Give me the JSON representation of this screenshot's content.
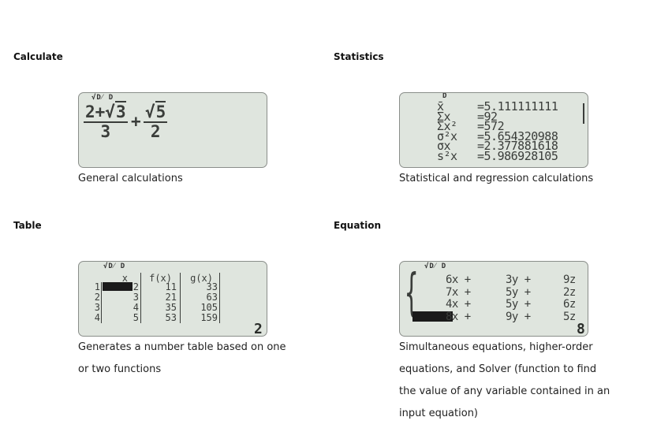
{
  "sections": {
    "calculate": {
      "title": "Calculate",
      "indicators": "√D⁄ D",
      "expr": {
        "n1_int": "2+",
        "n1_rad": "3",
        "d1": "3",
        "plus": "+",
        "n2_rad": "5",
        "d2": "2",
        "radical": "√"
      },
      "caption": "General calculations"
    },
    "statistics": {
      "title": "Statistics",
      "indicators": "D",
      "rows": [
        {
          "label": "x̄",
          "value": "=5.111111111"
        },
        {
          "label": "Σx",
          "value": "=92"
        },
        {
          "label": "Σx²",
          "value": "=572"
        },
        {
          "label": "σ²x",
          "value": "=5.654320988"
        },
        {
          "label": "σx",
          "value": "=2.377881618"
        },
        {
          "label": "s²x",
          "value": "=5.986928105"
        }
      ],
      "caption": "Statistical and regression calculations"
    },
    "table": {
      "title": "Table",
      "indicators": "√D⁄ D",
      "headers": {
        "x": "x",
        "f": "f(x)",
        "g": "g(x)"
      },
      "rows": [
        {
          "n": "1",
          "x": "2",
          "f": "11",
          "g": "33"
        },
        {
          "n": "2",
          "x": "3",
          "f": "21",
          "g": "63"
        },
        {
          "n": "3",
          "x": "4",
          "f": "35",
          "g": "105"
        },
        {
          "n": "4",
          "x": "5",
          "f": "53",
          "g": "159"
        }
      ],
      "corner": "2",
      "caption_lines": [
        "Generates a number table based on one",
        "or two functions"
      ]
    },
    "equation": {
      "title": "Equation",
      "indicators": "√D⁄ D",
      "rows": [
        {
          "a": "6x +",
          "b": "3y +",
          "c": "9z"
        },
        {
          "a": "7x +",
          "b": "5y +",
          "c": "2z"
        },
        {
          "a": "4x +",
          "b": "5y +",
          "c": "6z"
        },
        {
          "a": "8x +",
          "b": "9y +",
          "c": "5z"
        }
      ],
      "corner": "8",
      "caption_lines": [
        "Simultaneous equations, higher-order",
        "equations, and Solver (function to find",
        "the value of any variable contained in an",
        "input equation)"
      ]
    }
  }
}
